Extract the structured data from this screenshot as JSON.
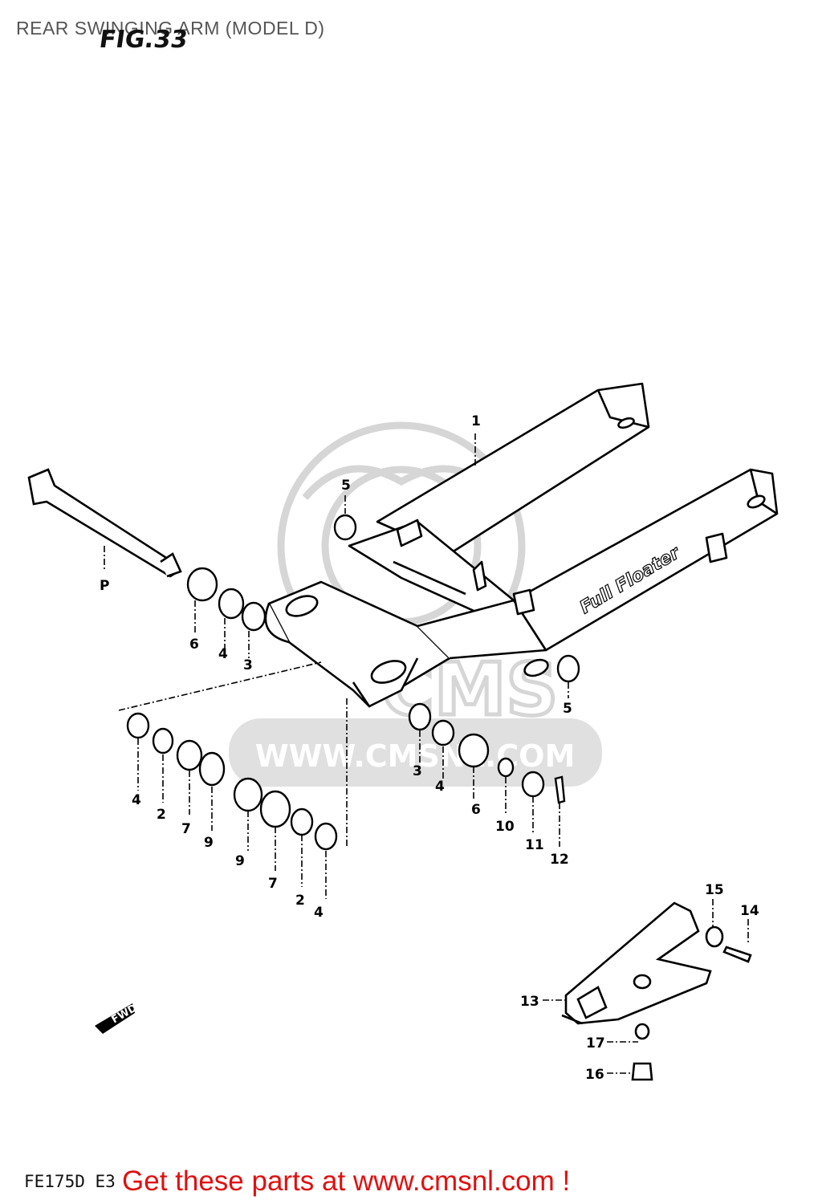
{
  "header": {
    "title": "REAR SWINGING ARM (MODEL D)",
    "figure_label": "FIG.33"
  },
  "diagram": {
    "callouts": [
      "1",
      "5",
      "P",
      "6",
      "4",
      "3",
      "5",
      "4",
      "2",
      "7",
      "9",
      "9",
      "7",
      "2",
      "4",
      "3",
      "4",
      "6",
      "10",
      "11",
      "12",
      "15",
      "14",
      "13",
      "17",
      "16"
    ],
    "arm_lettering": "Full Floater",
    "direction_marker": "FWD",
    "watermark": "WWW.CMSNL.COM",
    "watermark_logo": "CMS"
  },
  "footer": {
    "model_code": "FE175D E3",
    "promo_text": "Get these parts at www.cmsnl.com !"
  },
  "colors": {
    "line": "#000000",
    "watermark": "#cfcfcf",
    "promo": "#e01010",
    "title": "#555555"
  }
}
